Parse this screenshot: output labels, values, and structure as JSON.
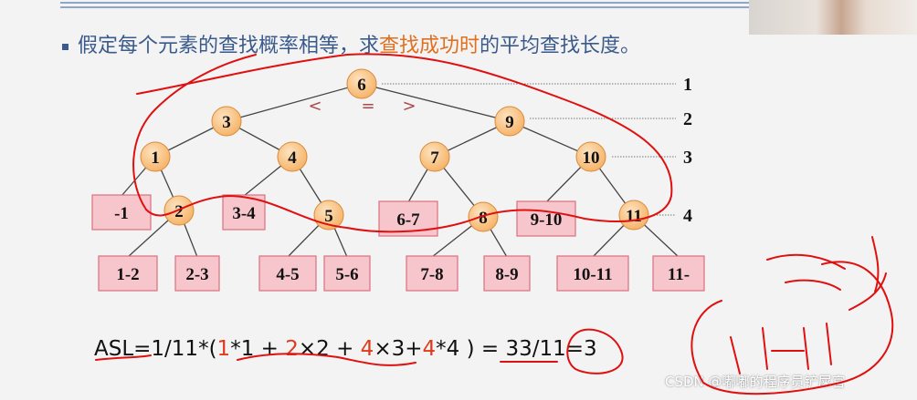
{
  "title": {
    "prefix": "假定每个元素的查找概率相等，求",
    "highlight": "查找成功时",
    "suffix": "的平均查找长度。"
  },
  "tree": {
    "nodes": [
      "6",
      "3",
      "9",
      "1",
      "4",
      "7",
      "10",
      "2",
      "5",
      "8",
      "11"
    ],
    "edges": [
      [
        "6",
        "3"
      ],
      [
        "6",
        "9"
      ],
      [
        "3",
        "1"
      ],
      [
        "3",
        "4"
      ],
      [
        "9",
        "7"
      ],
      [
        "9",
        "10"
      ],
      [
        "1",
        "-1"
      ],
      [
        "1",
        "2"
      ],
      [
        "4",
        "3-4"
      ],
      [
        "4",
        "5"
      ],
      [
        "7",
        "6-7"
      ],
      [
        "7",
        "8"
      ],
      [
        "10",
        "9-10"
      ],
      [
        "10",
        "11"
      ],
      [
        "2",
        "1-2"
      ],
      [
        "2",
        "2-3"
      ],
      [
        "5",
        "4-5"
      ],
      [
        "5",
        "5-6"
      ],
      [
        "8",
        "7-8"
      ],
      [
        "8",
        "8-9"
      ],
      [
        "11",
        "10-11"
      ],
      [
        "11",
        "11-"
      ]
    ],
    "failure_boxes": [
      "-1",
      "3-4",
      "6-7",
      "9-10",
      "1-2",
      "2-3",
      "4-5",
      "5-6",
      "7-8",
      "8-9",
      "10-11",
      "11-"
    ],
    "comparison_marks": [
      "<",
      "=",
      ">"
    ],
    "level_labels": [
      "1",
      "2",
      "3",
      "4"
    ]
  },
  "formula": {
    "p1": "ASL=1/11*(",
    "n1": "1",
    "p2": "*1 + ",
    "n2": "2",
    "p3": "×2 + ",
    "n3": "4",
    "p4": "×3+",
    "n4": "4",
    "p5": "*4 ) = 33/11=3"
  },
  "watermark": "CSDN @嘟嘟的程序员铲屎官",
  "colors": {
    "node_fill": "#f6b46a",
    "box_fill": "#f7c6cc",
    "box_border": "#d9707e",
    "annotation": "#e01010",
    "title": "#3b5a8c",
    "highlight": "#e07020"
  }
}
